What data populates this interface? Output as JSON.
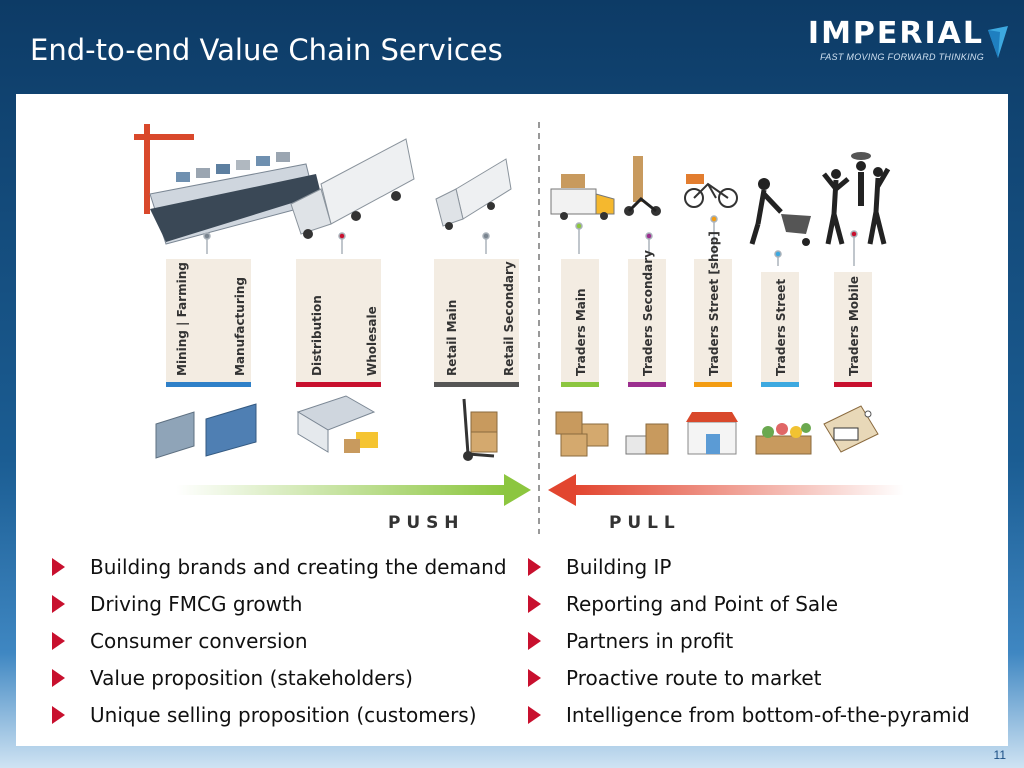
{
  "slide": {
    "title": "End-to-end Value Chain Services",
    "page_number": "11"
  },
  "logo": {
    "word": "IMPERIAL",
    "tagline": "FAST MOVING FORWARD THINKING",
    "mark_color": "#3da9e0"
  },
  "diagram": {
    "stages": [
      {
        "labels": [
          "Mining | Farming",
          "Manufacturing"
        ],
        "color": "#2f80c8"
      },
      {
        "labels": [
          "Distribution",
          "Wholesale"
        ],
        "color": "#c8102e"
      },
      {
        "labels": [
          "Retail Main",
          "Retail Secondary"
        ],
        "color": "#555555"
      },
      {
        "labels": [
          "Traders Main"
        ],
        "color": "#8cc63f"
      },
      {
        "labels": [
          "Traders Secondary"
        ],
        "color": "#9b2f8f"
      },
      {
        "labels": [
          "Traders Street [shop]"
        ],
        "color": "#f39c12"
      },
      {
        "labels": [
          "Traders Street"
        ],
        "color": "#3da9e0"
      },
      {
        "labels": [
          "Traders Mobile"
        ],
        "color": "#c8102e"
      }
    ],
    "push_label": "P U S H",
    "pull_label": "P U L L",
    "push_color": "#8cc63f",
    "pull_color": "#e2452f"
  },
  "bullets_left": [
    "Building brands and creating the demand",
    "Driving FMCG growth",
    "Consumer conversion",
    "Value proposition (stakeholders)",
    "Unique selling proposition (customers)"
  ],
  "bullets_right": [
    "Building IP",
    "Reporting and Point of Sale",
    "Partners in profit",
    "Proactive route to market",
    "Intelligence from bottom-of-the-pyramid"
  ]
}
